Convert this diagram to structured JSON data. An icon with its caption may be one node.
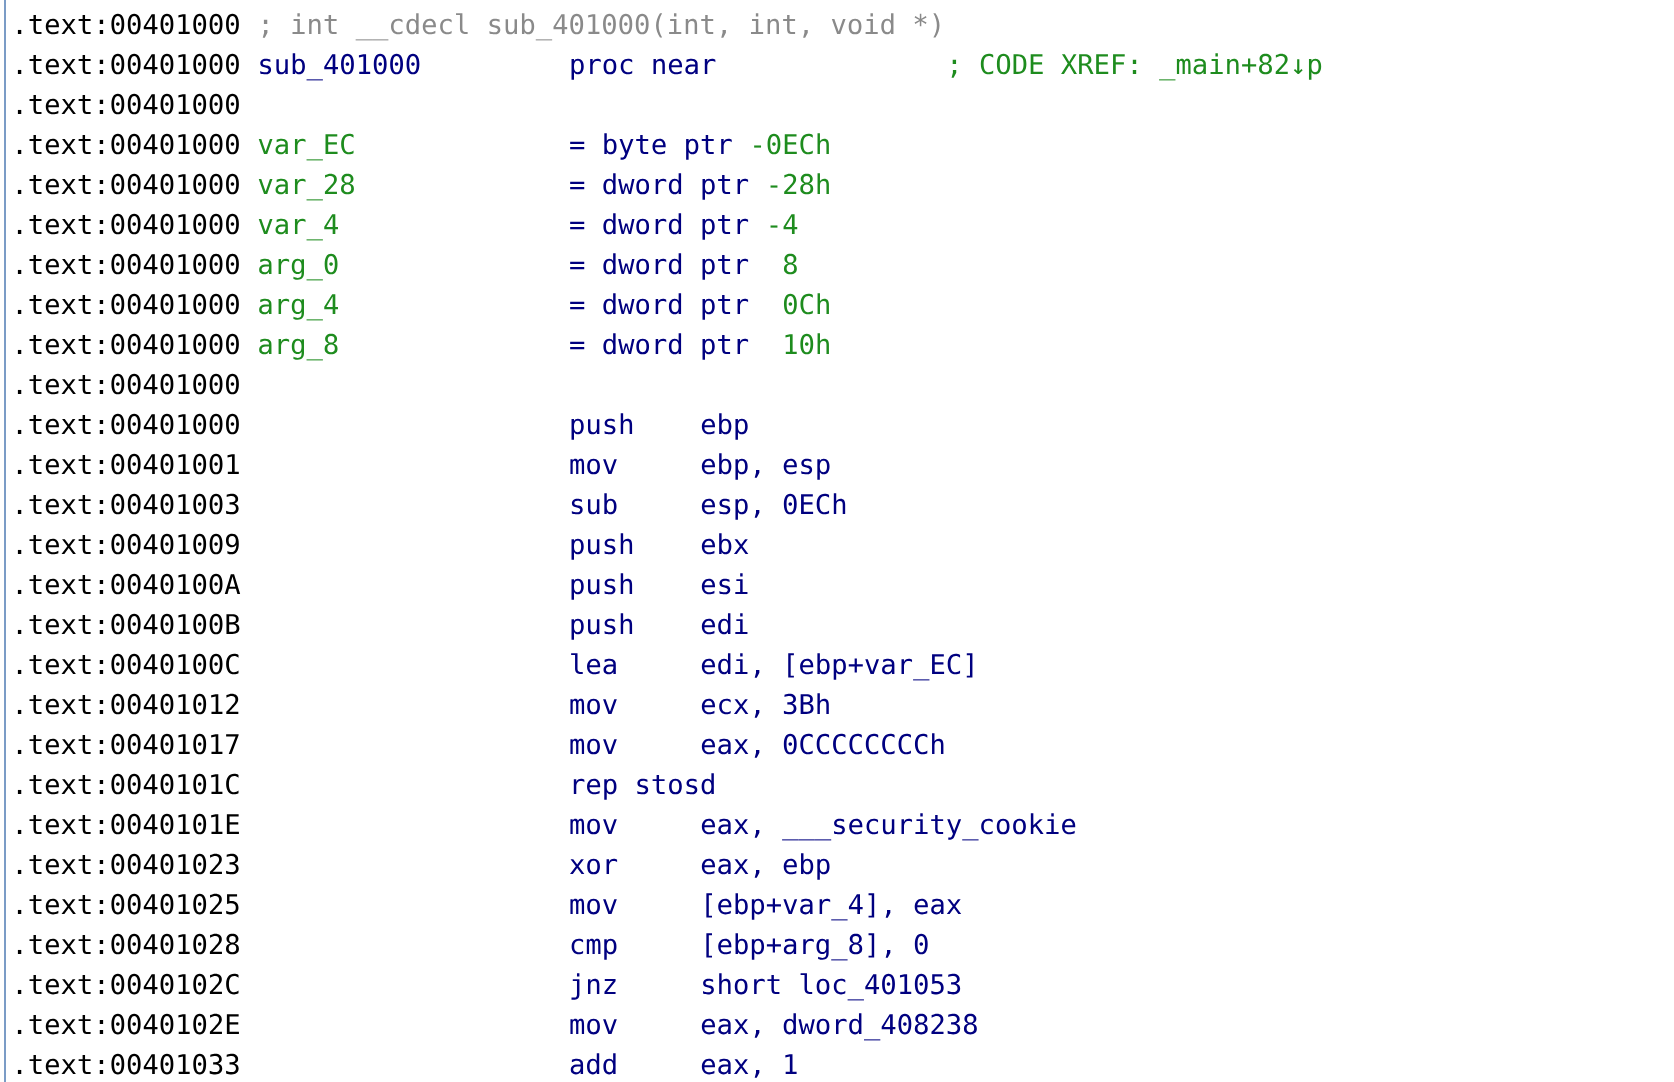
{
  "diagram": {
    "labels": [
      ".text:00401000",
      "; int __cdecl sub_401000(int, int, void *)",
      ".text:00401000",
      "sub_401000",
      "proc near",
      "; CODE XREF: _main+82↓p",
      ".text:00401000",
      ".text:00401000",
      "var_EC",
      "= byte ptr",
      "-0ECh",
      ".text:00401000",
      "var_28",
      "= dword ptr",
      "-28h",
      ".text:00401000",
      "var_4",
      "= dword ptr",
      "-4",
      ".text:00401000",
      "arg_0",
      "= dword ptr",
      "8",
      ".text:00401000",
      "arg_4",
      "= dword ptr",
      "0Ch",
      ".text:00401000",
      "arg_8",
      "= dword ptr",
      "10h",
      ".text:00401000",
      ".text:00401000",
      "push",
      "ebp",
      ".text:00401001",
      "mov",
      "ebp, esp",
      ".text:00401003",
      "sub",
      "esp, 0ECh",
      ".text:00401009",
      "push",
      "ebx",
      ".text:0040100A",
      "push",
      "esi",
      ".text:0040100B",
      "push",
      "edi",
      ".text:0040100C",
      "lea",
      "edi, [ebp+var_EC]",
      ".text:00401012",
      "mov",
      "ecx, 3Bh",
      ".text:00401017",
      "mov",
      "eax, 0CCCCCCCCh",
      ".text:0040101C",
      "rep stosd",
      ".text:0040101E",
      "mov",
      "eax, ___security_cookie",
      ".text:00401023",
      "xor",
      "eax, ebp",
      ".text:00401025",
      "mov",
      "[ebp+var_4], eax",
      ".text:00401028",
      "cmp",
      "[ebp+arg_8], 0",
      ".text:0040102C",
      "jnz",
      "short loc_401053",
      ".text:0040102E",
      "mov",
      "eax, dword_408238",
      ".text:00401033",
      "add",
      "eax, 1"
    ]
  }
}
